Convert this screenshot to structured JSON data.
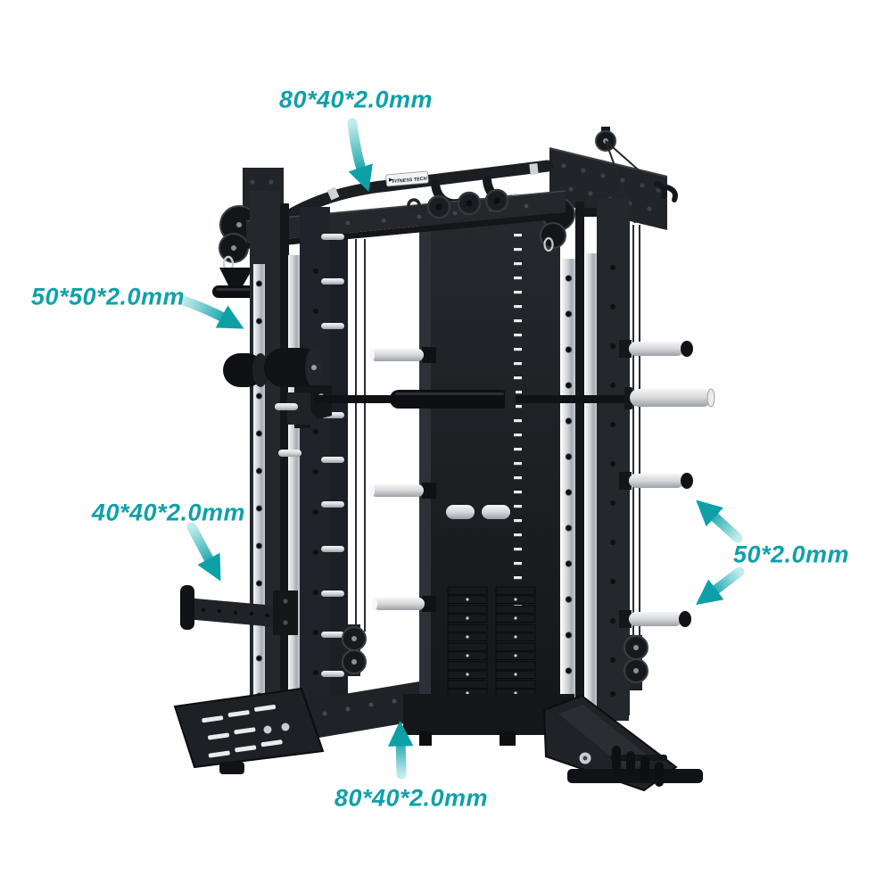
{
  "background": "#ffffff",
  "accent": {
    "teal": "#0fa1a8",
    "teal_light": "#c2ebec"
  },
  "product": {
    "brand_label": "FITNESS TECH"
  },
  "annotations": {
    "top": "80*40*2.0mm",
    "left_upper": "50*50*2.0mm",
    "left_lower": "40*40*2.0mm",
    "right": "50*2.0mm",
    "bottom": "80*40*2.0mm"
  }
}
